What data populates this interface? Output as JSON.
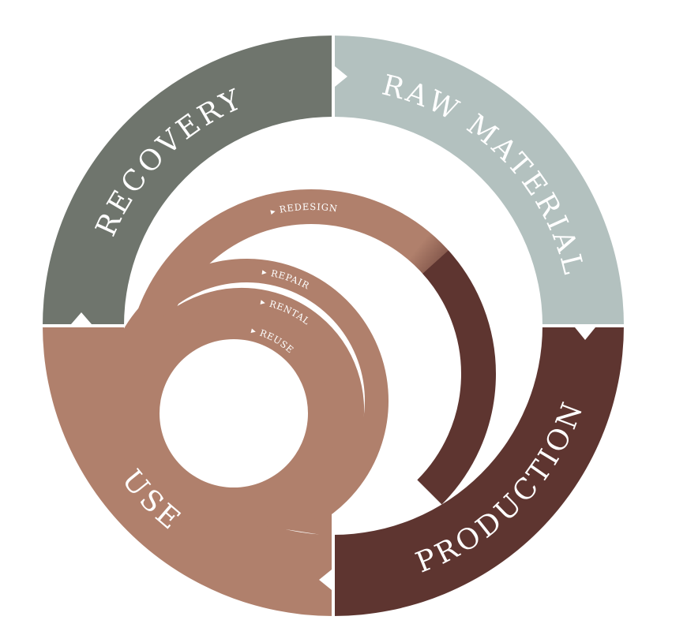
{
  "phases": {
    "recovery": "RECOVERY",
    "raw_material": "RAW MATERIAL",
    "production": "PRODUCTION",
    "use": "USE"
  },
  "loops": {
    "redesign": "▸ REDESIGN",
    "repair": "▸ REPAIR",
    "rental": "▸ RENTAL",
    "reuse": "▸ REUSE"
  },
  "colors": {
    "recovery": "#6f756d",
    "raw_material": "#b3c1bf",
    "production": "#5e3530",
    "use": "#b0806c"
  }
}
